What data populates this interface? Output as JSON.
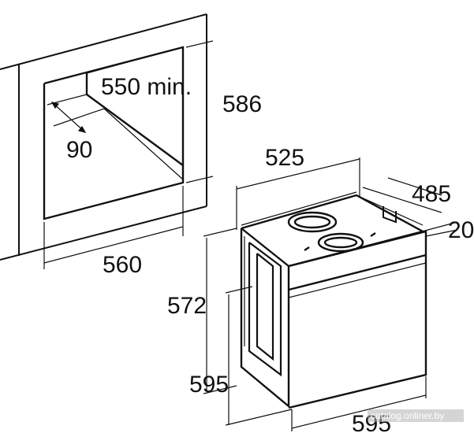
{
  "dimensions": {
    "niche_depth": "550 min.",
    "niche_height": "586",
    "vent_gap": "90",
    "niche_width": "560",
    "oven_width_top": "525",
    "oven_depth": "485",
    "front_offset": "20",
    "oven_body_height": "572",
    "oven_height": "595",
    "oven_width": "595"
  },
  "watermark": "catalog.onliner.by",
  "colors": {
    "line": "#111111",
    "background": "#ffffff"
  }
}
